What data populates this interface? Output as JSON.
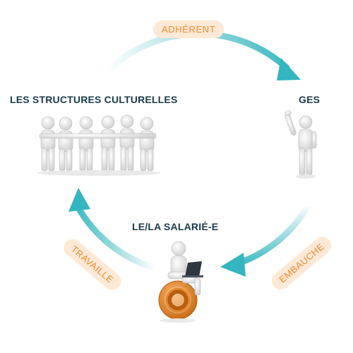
{
  "colors": {
    "teal": "#34b5bf",
    "teal_light": "#dff3f4",
    "orange": "#f08a2c",
    "pill_bg": "#fde9d6",
    "title_dark": "#1a3a4a",
    "figure": "#e6e6e6"
  },
  "nodes": {
    "structures": {
      "label": "LES STRUCTURES CULTURELLES",
      "icon": "group-of-people-icon"
    },
    "ges": {
      "label": "GES",
      "icon": "waving-person-icon"
    },
    "salarie": {
      "label": "LE/LA SALARIÉ-E",
      "icon": "person-with-laptop-on-at-symbol-icon"
    }
  },
  "edges": {
    "adherent": {
      "label": "ADHÉRENT"
    },
    "embauche": {
      "label": "EMBAUCHE"
    },
    "travaille": {
      "label": "TRAVAILLE"
    }
  }
}
